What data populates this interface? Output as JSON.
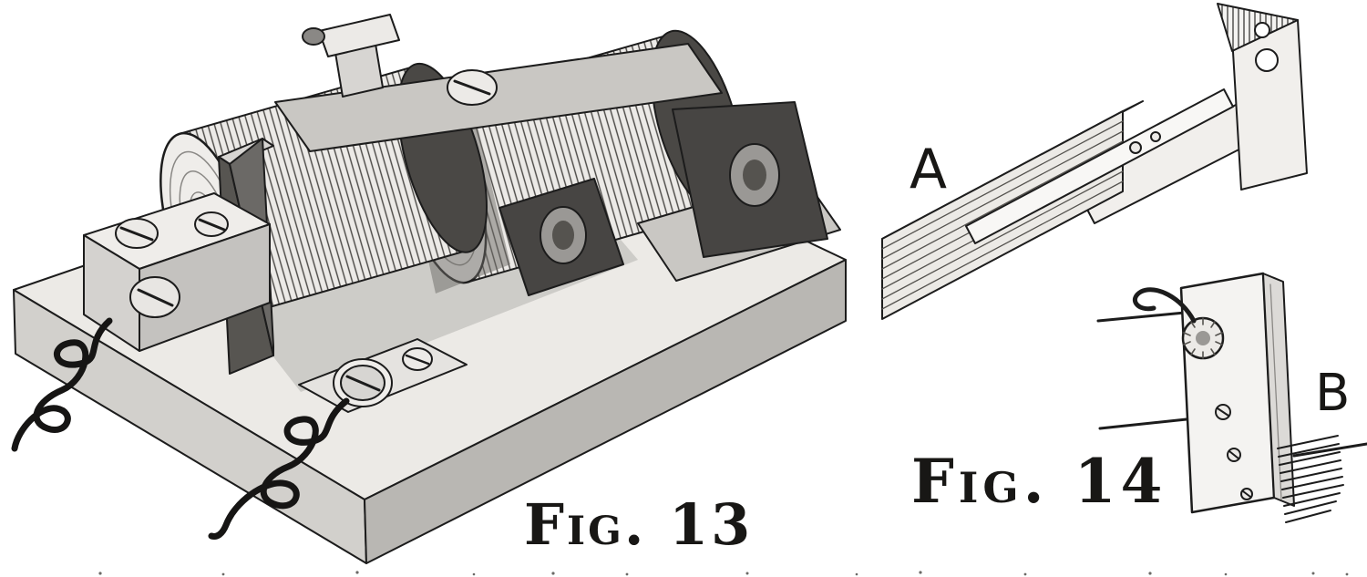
{
  "page": {
    "background_color": "#ffffff",
    "ink_color": "#1c1c1c",
    "shading_light": "#eceae7",
    "shading_mid": "#c9c7c3",
    "shading_dark": "#4a4845"
  },
  "figure13": {
    "caption": "Fig. 13"
  },
  "figure14": {
    "caption": "Fig. 14",
    "labels": {
      "a": "A",
      "b": "B"
    }
  }
}
